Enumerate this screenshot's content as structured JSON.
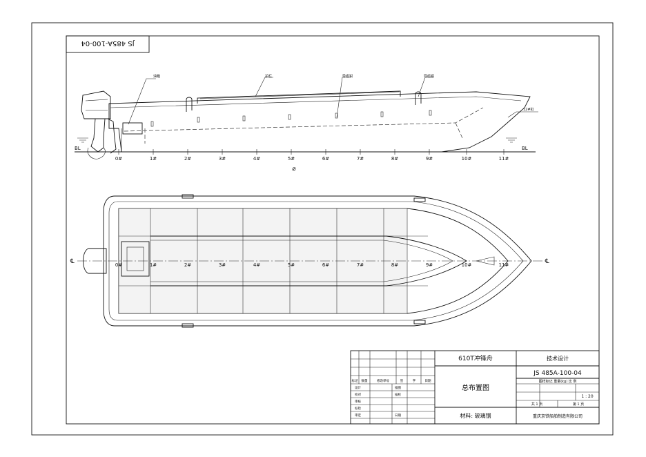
{
  "drawing_code_rotated": "JS 485A-100-04",
  "side_view": {
    "callouts": [
      "油箱",
      "护栏",
      "导缆钳",
      "导缆钳",
      "12#扣"
    ],
    "baseline_label": "BL",
    "midship_symbol": "⌀",
    "stations": [
      "0#",
      "1#",
      "2#",
      "3#",
      "4#",
      "5#",
      "6#",
      "7#",
      "8#",
      "9#",
      "10#",
      "11#"
    ]
  },
  "plan_view": {
    "centerline_symbol": "℄",
    "stations": [
      "0#",
      "1#",
      "2#",
      "3#",
      "4#",
      "5#",
      "6#",
      "7#",
      "8#",
      "9#",
      "10#",
      "11#"
    ]
  },
  "title_block": {
    "vessel_name": "610T冲锋舟",
    "drawing_title": "总布置图",
    "design_stage": "技术设计",
    "drawing_number": "JS 485A-100-04",
    "material": "材料:   玻璃钢",
    "company": "重庆京铁船舶制造有限公司",
    "revision_headers": [
      "标记",
      "数量",
      "修改单号",
      "签",
      "字",
      "日期"
    ],
    "sign_labels": [
      "设计",
      "校对",
      "审核",
      "标检",
      "审定"
    ],
    "sign_labels_right": [
      "描图",
      "描校",
      "日期"
    ],
    "stage_headers": "图样标记    重量(kg)    比  例",
    "scale": "1 : 20",
    "sheet_total": "共   1   页",
    "sheet_no": "第   1   页"
  }
}
